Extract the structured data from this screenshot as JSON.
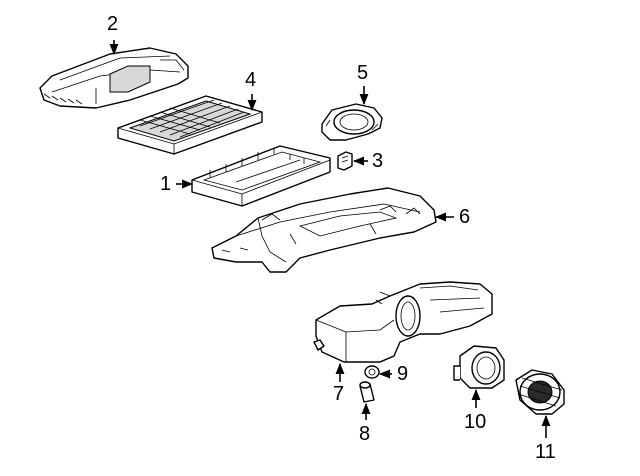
{
  "diagram": {
    "callouts": [
      {
        "id": "1",
        "label": "1"
      },
      {
        "id": "2",
        "label": "2"
      },
      {
        "id": "3",
        "label": "3"
      },
      {
        "id": "4",
        "label": "4"
      },
      {
        "id": "5",
        "label": "5"
      },
      {
        "id": "6",
        "label": "6"
      },
      {
        "id": "7",
        "label": "7"
      },
      {
        "id": "8",
        "label": "8"
      },
      {
        "id": "9",
        "label": "9"
      },
      {
        "id": "10",
        "label": "10"
      },
      {
        "id": "11",
        "label": "11"
      }
    ],
    "colors": {
      "line": "#000000",
      "background": "#ffffff",
      "shade": "#d8d8d8"
    }
  }
}
